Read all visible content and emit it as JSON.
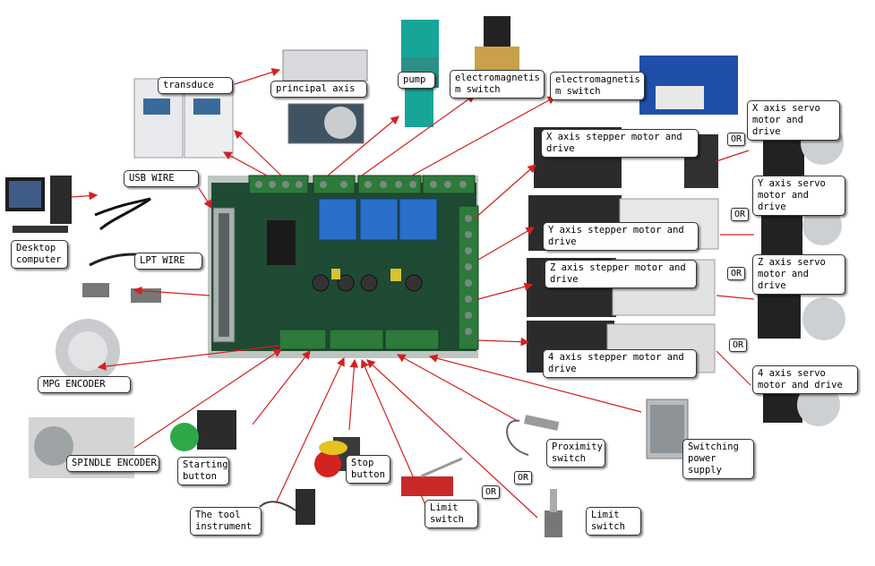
{
  "colors": {
    "arrow": "#d32020",
    "board": "#1f4a33",
    "terminal": "#2d7a3a",
    "relay": "#2a6fc9"
  },
  "labels": {
    "transduce": "transduce",
    "principal_axis": "principal axis",
    "pump": "pump",
    "electromagnetism_switch_1": "electromagnetis m switch",
    "electromagnetism_switch_2": "electromagnetis m switch",
    "usb_wire": "USB WIRE",
    "desktop_computer": "Desktop computer",
    "lpt_wire": "LPT WIRE",
    "x_stepper": "X axis stepper motor and drive",
    "y_stepper": "Y axis stepper motor and drive",
    "z_stepper": "Z axis stepper motor and drive",
    "a4_stepper": "4 axis stepper motor and drive",
    "x_servo": "X axis servo motor and drive",
    "y_servo": "Y axis servo motor and drive",
    "z_servo": "Z axis servo motor and drive",
    "a4_servo": "4 axis servo motor and drive",
    "mpg_encoder": "MPG ENCODER",
    "spindle_encoder": "SPINDLE ENCODER",
    "starting_button": "Starting button",
    "stop_button": "Stop button",
    "tool_instrument": "The tool instrument",
    "limit_switch_1": "Limit switch",
    "limit_switch_2": "Limit switch",
    "proximity_switch": "Proximity switch",
    "switching_power_supply": "Switching power supply"
  },
  "or_text": "OR"
}
